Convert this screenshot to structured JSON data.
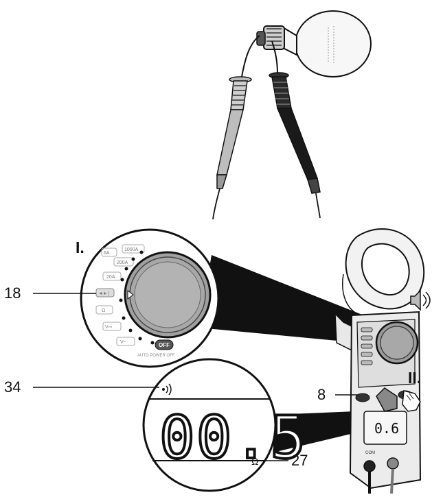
{
  "callouts": {
    "c18": "18",
    "c34": "34",
    "c8": "8",
    "c27": "27"
  },
  "steps": {
    "step1": "I.",
    "step2": "II."
  },
  "dial": {
    "ranges": [
      "6A",
      "1000A",
      "200A",
      "20A",
      "◄►)",
      "Ω",
      "V⎓",
      "V~"
    ],
    "off_label": "OFF",
    "auto_power_label": "AUTO POWER OFF"
  },
  "display": {
    "reading": "00.5",
    "unit": "Ω",
    "meter_reading": "0.6"
  },
  "colors": {
    "line": "#111111",
    "probe_red": "#bdbdbd",
    "probe_black": "#1a1a1a",
    "glass": "#f5f5f5"
  },
  "icons": [
    "light-bulb-icon",
    "speaker-icon",
    "buzzer-icon",
    "hand-pointer-icon"
  ]
}
